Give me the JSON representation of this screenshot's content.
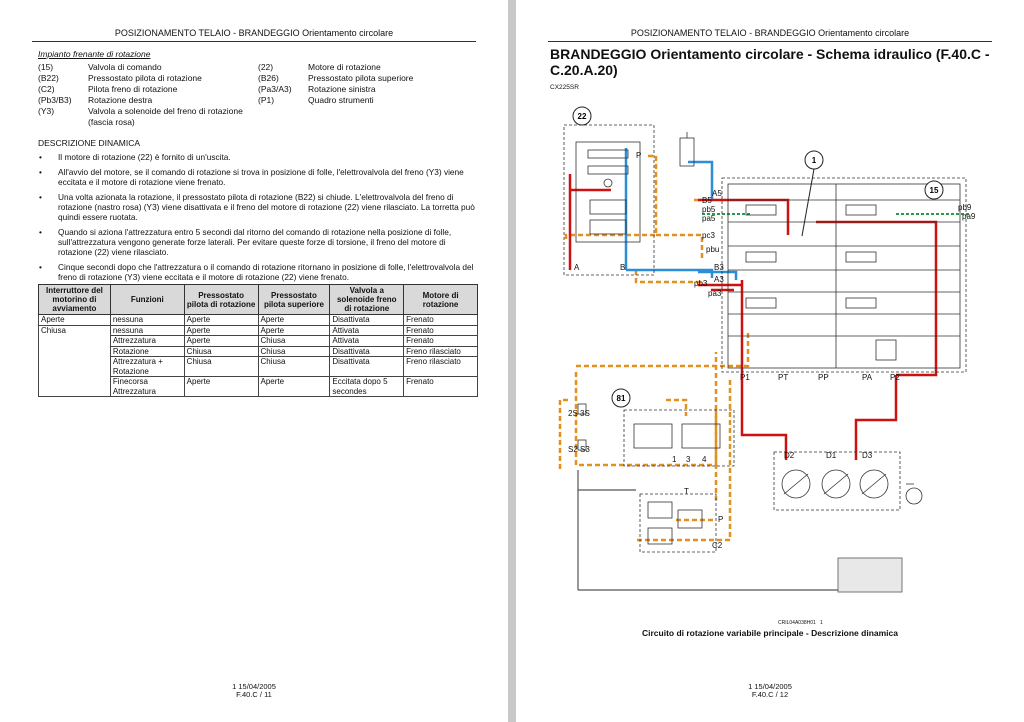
{
  "left": {
    "header": "POSIZIONAMENTO TELAIO - BRANDEGGIO Orientamento circolare",
    "legend_title": "Impianto frenante di rotazione",
    "legend_left": [
      {
        "code": "(15)",
        "text": "Valvola di comando"
      },
      {
        "code": "(B22)",
        "text": "Pressostato pilota di rotazione"
      },
      {
        "code": "(C2)",
        "text": "Pilota freno di rotazione"
      },
      {
        "code": "(Pb3/B3)",
        "text": "Rotazione destra"
      },
      {
        "code": "(Y3)",
        "text": "Valvola a solenoide del freno di rotazione (fascia rosa)"
      }
    ],
    "legend_right": [
      {
        "code": "(22)",
        "text": "Motore di rotazione"
      },
      {
        "code": "(B26)",
        "text": "Pressostato pilota superiore"
      },
      {
        "code": "(Pa3/A3)",
        "text": "Rotazione sinistra"
      },
      {
        "code": "(P1)",
        "text": "Quadro strumenti"
      }
    ],
    "section_title": "DESCRIZIONE DINAMICA",
    "bullets": [
      "Il motore di rotazione (22) è fornito di un'uscita.",
      "All'avvio del motore, se il comando di rotazione si trova in posizione di folle, l'elettrovalvola del freno (Y3) viene eccitata e il motore di rotazione viene frenato.",
      "Una volta azionata la rotazione, il pressostato pilota di rotazione (B22) si chiude. L'elettrovalvola del freno di rotazione (nastro rosa) (Y3) viene disattivata e il freno del motore di rotazione (22) viene rilasciato. La torretta può quindi essere ruotata.",
      "Quando si aziona l'attrezzatura entro 5 secondi dal ritorno del comando di rotazione nella posizione di folle, sull'attrezzatura vengono generate forze laterali. Per evitare queste forze di torsione, il freno del motore di rotazione (22) viene rilasciato.",
      "Cinque secondi dopo che l'attrezzatura o il comando di rotazione ritornano in posizione di folle, l'elettrovalvola del freno di rotazione (Y3) viene eccitata e il motore di rotazione (22) viene frenato."
    ],
    "table": {
      "headers": [
        "Interruttore del motorino di avviamento",
        "Funzioni",
        "Pressostato pilota di rotazione",
        "Pressostato pilota superiore",
        "Valvola a solenoide freno di rotazione",
        "Motore di rotazione"
      ],
      "rows": [
        [
          "Aperte",
          "nessuna",
          "Aperte",
          "Aperte",
          "Disattivata",
          "Frenato"
        ],
        [
          "Chiusa",
          "nessuna",
          "Aperte",
          "Aperte",
          "Attivata",
          "Frenato"
        ],
        [
          "",
          "Attrezzatura",
          "Aperte",
          "Chiusa",
          "Attivata",
          "Frenato"
        ],
        [
          "",
          "Rotazione",
          "Chiusa",
          "Chiusa",
          "Disattivata",
          "Freno rilasciato"
        ],
        [
          "",
          "Attrezzatura + Rotazione",
          "Chiusa",
          "Chiusa",
          "Disattivata",
          "Freno rilasciato"
        ],
        [
          "",
          "Finecorsa Attrezzatura",
          "Aperte",
          "Aperte",
          "Eccitata dopo 5 secondes",
          "Frenato"
        ]
      ]
    },
    "footer_line1": "1 15/04/2005",
    "footer_line2": "F.40.C / 11"
  },
  "right": {
    "header": "POSIZIONAMENTO TELAIO - BRANDEGGIO Orientamento circolare",
    "title": "BRANDEGGIO Orientamento circolare - Schema idraulico (F.40.C - C.20.A.20)",
    "model": "CX225SR",
    "diagram_code": "CRIL04A038H01",
    "diagram_num": "1",
    "caption": "Circuito di rotazione variabile principale - Descrizione dinamica",
    "labels": {
      "c22": "22",
      "c15": "15",
      "c1": "1",
      "c81": "81",
      "P": "P",
      "A": "A",
      "B": "B",
      "B5": "B5",
      "A5": "A5",
      "pb5": "pb5",
      "pa5": "pa5",
      "pc3": "pc3",
      "pbu": "pbu",
      "B3": "B3",
      "A3": "A3",
      "pb3": "pb3",
      "pa3": "pa3",
      "pb9": "pb9",
      "pa9": "pa9",
      "P1": "P1",
      "PT": "PT",
      "PP": "PP",
      "PA": "PA",
      "P2": "P2",
      "D1": "D1",
      "D2": "D2",
      "D3": "D3",
      "S2a": "2S",
      "S3a": "3S",
      "S2b": "S2",
      "S3b": "S3",
      "n1": "1",
      "n3": "3",
      "n4": "4",
      "T": "T",
      "P2b": "P",
      "C2": "C2"
    },
    "footer_line1": "1 15/04/2005",
    "footer_line2": "F.40.C / 12"
  },
  "colors": {
    "pressure": "#cc1111",
    "pilot": "#e39020",
    "return": "#2a8fd6",
    "drain": "#2a9a4a"
  }
}
